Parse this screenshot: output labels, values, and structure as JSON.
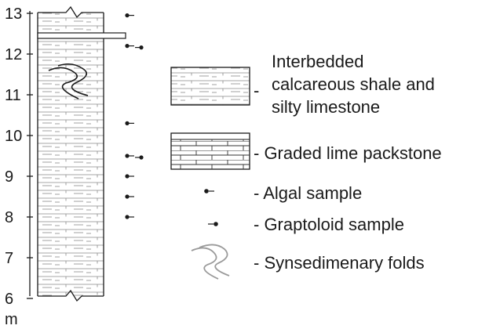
{
  "column": {
    "depth_ticks": [
      "13",
      "12",
      "11",
      "10",
      "9",
      "8",
      "7",
      "6"
    ],
    "tick_values": [
      13,
      12,
      11,
      10,
      9,
      8,
      7,
      6
    ],
    "unit": "m",
    "algal_samples_m": [
      12.95,
      12.2,
      10.3,
      9.5,
      9.0,
      8.5,
      8.0
    ],
    "graptoloid_samples_m": [
      12.2,
      9.5
    ],
    "packstone_bed_m": 12.4,
    "folds_center_m": 11.3
  },
  "legend": {
    "shale_label": "Interbedded\ncalcareous shale and\nsilty limestone",
    "shale_dash": "-",
    "packstone_label": "- Graded lime packstone",
    "algal_label": "- Algal sample",
    "graptoloid_label": "- Graptoloid sample",
    "folds_label": "- Synsedimenary folds"
  },
  "colors": {
    "ink": "#1a1a1a",
    "fold_gray": "#9a9a9a",
    "hatch_gray": "#8a8a8a"
  }
}
